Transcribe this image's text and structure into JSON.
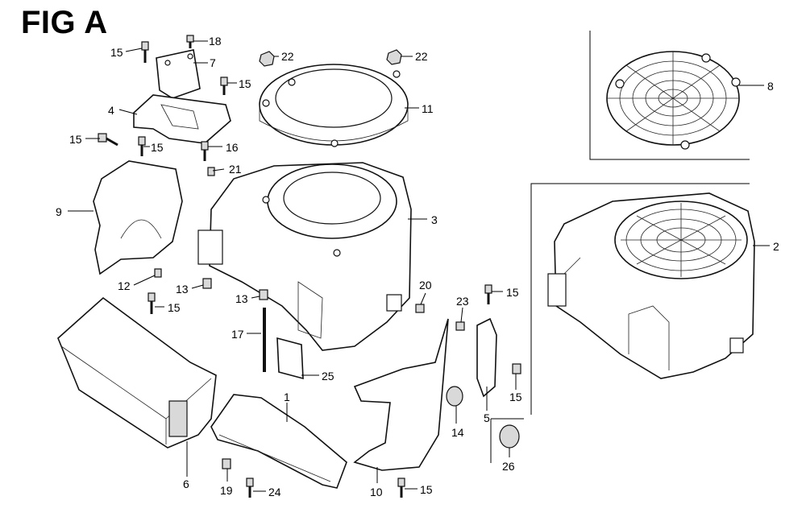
{
  "figure": {
    "title": "FIG A",
    "callouts": [
      {
        "id": "c15a",
        "text": "15"
      },
      {
        "id": "c18",
        "text": "18"
      },
      {
        "id": "c7",
        "text": "7"
      },
      {
        "id": "c15b",
        "text": "15"
      },
      {
        "id": "c4",
        "text": "4"
      },
      {
        "id": "c15c",
        "text": "15"
      },
      {
        "id": "c15d",
        "text": "15"
      },
      {
        "id": "c16",
        "text": "16"
      },
      {
        "id": "c21",
        "text": "21"
      },
      {
        "id": "c9",
        "text": "9"
      },
      {
        "id": "c22a",
        "text": "22"
      },
      {
        "id": "c22b",
        "text": "22"
      },
      {
        "id": "c11",
        "text": "11"
      },
      {
        "id": "c8",
        "text": "8"
      },
      {
        "id": "c3",
        "text": "3"
      },
      {
        "id": "c2",
        "text": "2"
      },
      {
        "id": "c12",
        "text": "12"
      },
      {
        "id": "c15e",
        "text": "15"
      },
      {
        "id": "c13a",
        "text": "13"
      },
      {
        "id": "c13b",
        "text": "13"
      },
      {
        "id": "c17",
        "text": "17"
      },
      {
        "id": "c20",
        "text": "20"
      },
      {
        "id": "c23",
        "text": "23"
      },
      {
        "id": "c15f",
        "text": "15"
      },
      {
        "id": "c25",
        "text": "25"
      },
      {
        "id": "c1",
        "text": "1"
      },
      {
        "id": "c15g",
        "text": "15"
      },
      {
        "id": "c14",
        "text": "14"
      },
      {
        "id": "c5",
        "text": "5"
      },
      {
        "id": "c6",
        "text": "6"
      },
      {
        "id": "c19",
        "text": "19"
      },
      {
        "id": "c24",
        "text": "24"
      },
      {
        "id": "c10",
        "text": "10"
      },
      {
        "id": "c15h",
        "text": "15"
      },
      {
        "id": "c26",
        "text": "26"
      }
    ]
  }
}
